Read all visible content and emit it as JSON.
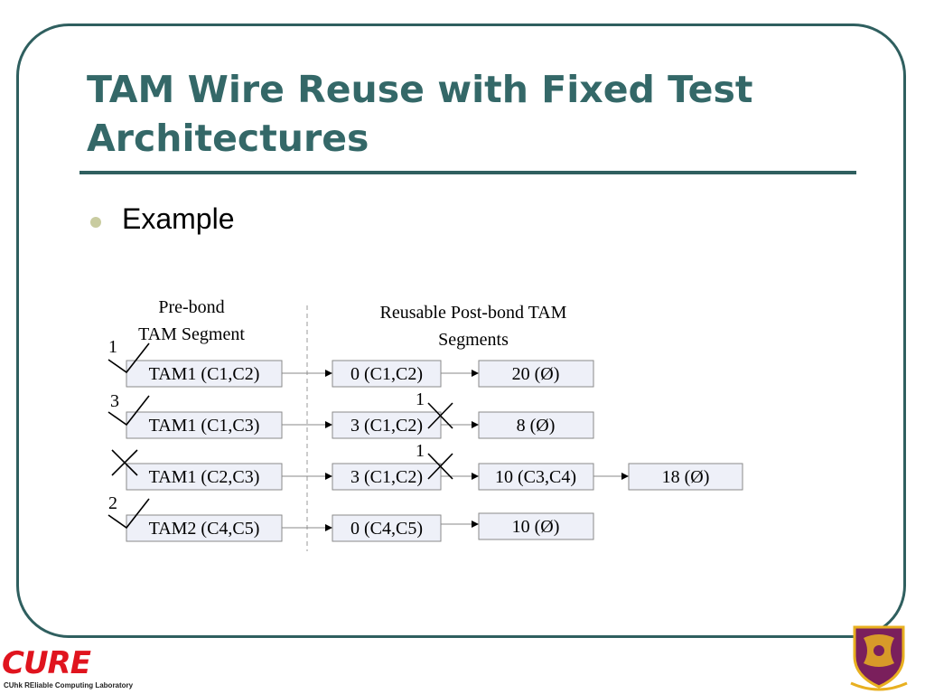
{
  "slide": {
    "title_line1": "TAM Wire Reuse with Fixed Test",
    "title_line2": "Architectures",
    "bullet": "Example"
  },
  "diagram": {
    "header_prebond_1": "Pre-bond",
    "header_prebond_2": "TAM Segment",
    "header_postbond_1": "Reusable Post-bond TAM",
    "header_postbond_2": "Segments",
    "rows": [
      {
        "prebond": "TAM1 (C1,C2)",
        "mid": "0 (C1,C2)",
        "right": "20 (Ø)",
        "left_mark": "1",
        "mid_mark": ""
      },
      {
        "prebond": "TAM1 (C1,C3)",
        "mid": "3 (C1,C2)",
        "right": "8 (Ø)",
        "left_mark": "3",
        "mid_mark": "1"
      },
      {
        "prebond": "TAM1 (C2,C3)",
        "mid": "3 (C1,C2)",
        "right": "10 (C3,C4)",
        "extra": "18 (Ø)",
        "left_mark": "",
        "mid_mark": "1"
      },
      {
        "prebond": "TAM2 (C4,C5)",
        "mid": "0 (C4,C5)",
        "right": "10 (Ø)",
        "left_mark": "2",
        "mid_mark": ""
      }
    ]
  },
  "logo": {
    "word": "CURE",
    "sub": "CUhk REliable Computing Laboratory",
    "colors": {
      "accent": "#e0141e",
      "crest": "#7a1f5c",
      "crest_gold": "#e8b020"
    }
  },
  "colors": {
    "title": "#346868",
    "frame": "#2f5f5f",
    "bullet": "#c9cca0",
    "box_fill": "#eef0f8"
  }
}
